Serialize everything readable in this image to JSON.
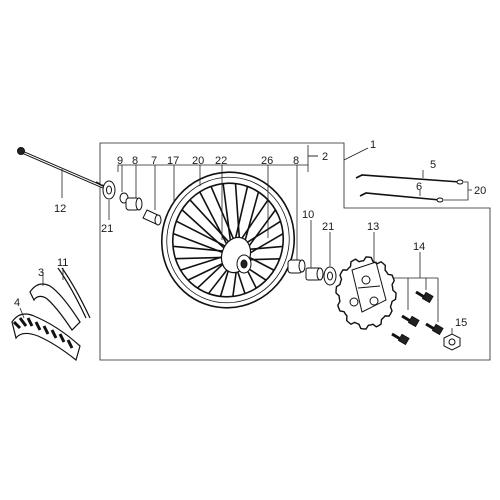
{
  "callouts": {
    "c1": "1",
    "c2": "2",
    "c3": "3",
    "c4": "4",
    "c5": "5",
    "c6": "6",
    "c7": "7",
    "c8a": "8",
    "c8b": "8",
    "c9": "9",
    "c10": "10",
    "c11": "11",
    "c12": "12",
    "c13": "13",
    "c14": "14",
    "c15": "15",
    "c17": "17",
    "c20a": "20",
    "c20b": "20",
    "c21a": "21",
    "c21b": "21",
    "c22": "22",
    "c26": "26"
  }
}
